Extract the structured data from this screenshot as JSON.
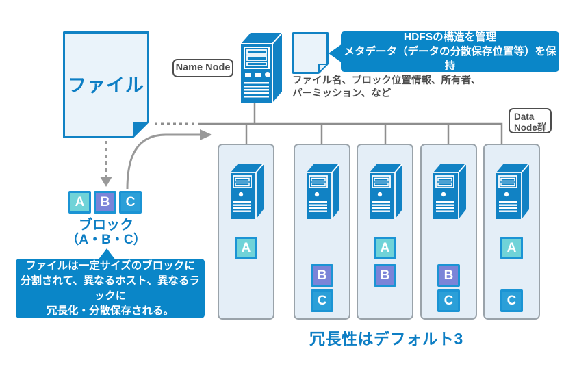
{
  "diagram": {
    "file": {
      "label": "ファイル"
    },
    "name_node": {
      "tag": "Name Node",
      "callout_line1": "HDFSの構造を管理",
      "callout_line2": "メタデータ（データの分散保存位置等）を保持",
      "meta_note_line1": "ファイル名、ブロック位置情報、所有者、",
      "meta_note_line2": "パーミッション、など"
    },
    "data_node_tag": {
      "line1": "Data",
      "line2": "Node群"
    },
    "blocks": {
      "items": [
        {
          "id": "A"
        },
        {
          "id": "B"
        },
        {
          "id": "C"
        }
      ],
      "caption_line1": "ブロック",
      "caption_line2": "（A・B・C）"
    },
    "block_callout": {
      "line1": "ファイルは一定サイズのブロックに",
      "line2": "分割されて、異なるホスト、異なるラックに",
      "line3": "冗長化・分散保存される。"
    },
    "data_nodes": [
      {
        "name": "data-node-1",
        "blocks": [
          "A"
        ]
      },
      {
        "name": "data-node-2",
        "blocks": [
          "B",
          "C"
        ]
      },
      {
        "name": "data-node-3",
        "blocks": [
          "A",
          "B"
        ]
      },
      {
        "name": "data-node-4",
        "blocks": [
          "B",
          "C"
        ]
      },
      {
        "name": "data-node-5",
        "blocks": [
          "A",
          "C"
        ]
      }
    ],
    "redundancy_note": "冗長性はデフォルト3",
    "colors": {
      "primary_blue": "#1182c4",
      "callout_blue": "#0a86c8",
      "text_blue": "#0d7ec4",
      "doc_fill": "#eaf3fa",
      "panel_fill": "#e4eef7",
      "line_gray": "#8e8e8e",
      "label_gray": "#4d4d4d",
      "block_a": "#70d3d8",
      "block_b": "#7b84d8",
      "block_c": "#2b9fd8",
      "block_border": "#1b94d4"
    }
  }
}
